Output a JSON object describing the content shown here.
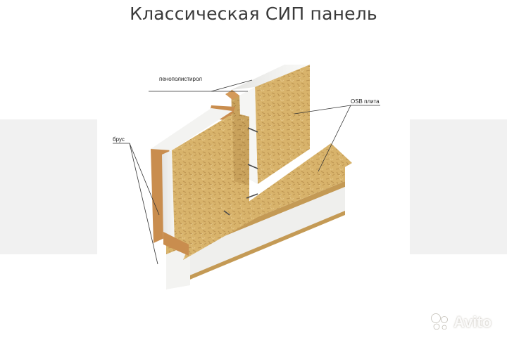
{
  "title": "Классическая СИП панель",
  "labels": {
    "polystyrene": "пенополистирол",
    "osb": "OSB плита",
    "beam": "брус"
  },
  "watermark": {
    "brand": "Avito"
  },
  "colors": {
    "osb": "#d8b36b",
    "osb_dark": "#b8914d",
    "foam": "#f2f2f0",
    "beam": "#c98d4e",
    "leader_line": "#333333"
  },
  "icons": [
    "avito-logo-icon"
  ]
}
